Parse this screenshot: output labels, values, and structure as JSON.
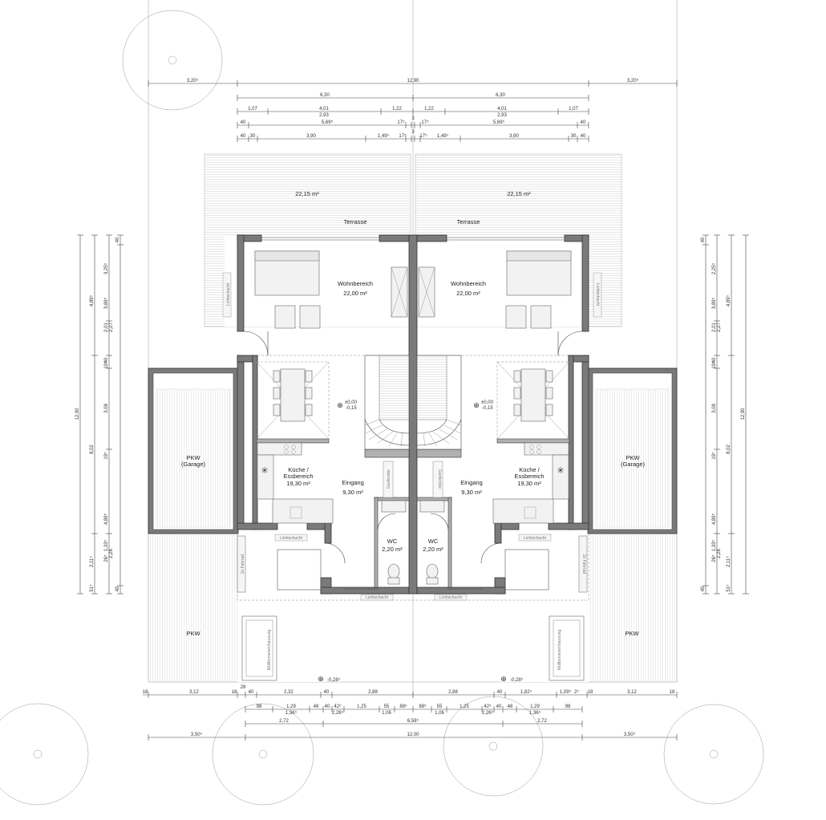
{
  "rooms": {
    "terrace_area": "22,15 m²",
    "terrace": "Terrasse",
    "living": "Wohnbereich",
    "living_area": "22,00 m²",
    "kitchen_1": "Küche /",
    "kitchen_2": "Essbereich",
    "kitchen_area": "19,30 m²",
    "entrance": "Eingang",
    "entrance_area": "9,30 m²",
    "wc": "WC",
    "wc_area": "2,20 m²",
    "garage_1": "PKW",
    "garage_2": "(Garage)",
    "parking": "PKW",
    "bike": "2x Fahrrad",
    "waste": "Mülltonneneinhausung",
    "wardrobe": "Garderobe",
    "shaft": "Lichtschacht",
    "level_1": "±0,00",
    "level_2": "-0,15",
    "level_out": "-0,28⁵"
  },
  "dims_top": {
    "total": "12,90",
    "outer_l": "3,20⁵",
    "outer_r": "3,20⁵",
    "half_l": "6,30",
    "half_r": "6,30",
    "r3": [
      "1,07",
      "4,01",
      "2,93",
      "1,22",
      "1,22",
      "4,01",
      "2,93",
      "1,07"
    ],
    "r4": [
      "40",
      "5,69⁵",
      "17⁵",
      "3",
      "17⁵",
      "5,69⁵",
      "40"
    ],
    "r5": [
      "40",
      "30",
      "3,90",
      "1,49⁵",
      "17⁵",
      "3",
      "17⁵",
      "1,49⁵",
      "3,90",
      "30",
      "40"
    ]
  },
  "dims_bottom": {
    "r1": [
      "18",
      "3,12",
      "18",
      "28",
      "40",
      "2,32",
      "40",
      "2,88",
      "2,88",
      "40",
      "1,82⁵",
      "1,09⁵",
      "2⁵",
      "18",
      "3,12",
      "18"
    ],
    "r2": [
      "98",
      "1,29",
      "1,36⁵",
      "48",
      "40",
      "42⁵",
      "2,26⁵",
      "1,25",
      "55",
      "1,06",
      "88⁵",
      "88⁵",
      "55",
      "1,06",
      "1,25",
      "42⁵",
      "2,26⁵",
      "40",
      "48",
      "1,29",
      "1,36⁵",
      "98"
    ],
    "r3": [
      "2,72",
      "6,58⁵",
      "2,72"
    ],
    "r4": [
      "3,50⁵",
      "12,00",
      "3,50⁵"
    ]
  },
  "dims_left": [
    "12,90",
    "4,89⁵",
    "8,02",
    "2,11⁵",
    "51⁵",
    "3,25⁵",
    "3,89⁵",
    "2,01",
    "2,27",
    "40",
    "19⁵",
    "3,08",
    "19⁵",
    "4,89⁵",
    "1,33⁵",
    "26⁵",
    "2,28",
    "40",
    "40"
  ],
  "dims_right": [
    "12,90",
    "4,89⁵",
    "8,02",
    "2,11⁵",
    "51⁵",
    "2,25⁵",
    "3,89⁵",
    "2,01",
    "2,27",
    "40",
    "19⁵",
    "3,08",
    "19⁵",
    "4,89⁵",
    "1,33⁵",
    "26⁵",
    "2,28",
    "40",
    "40"
  ]
}
